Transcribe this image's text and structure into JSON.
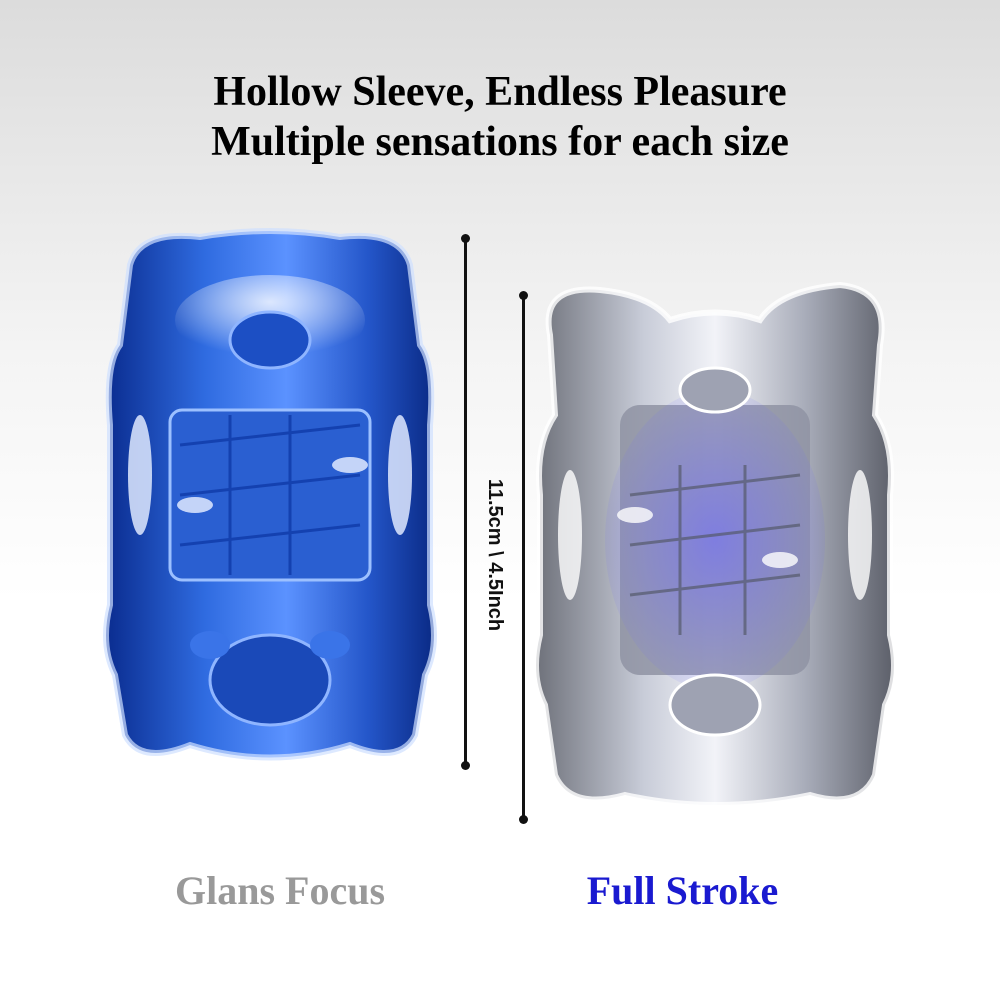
{
  "header": {
    "line1": "Hollow Sleeve, Endless Pleasure",
    "line2": "Multiple sensations for each size"
  },
  "dimension": {
    "label": "11.5cm \\ 4.5Inch"
  },
  "products": [
    {
      "label": "Glans Focus",
      "label_color": "#999999",
      "body_color": "#2a63d6",
      "icon": "blue-sleeve-image"
    },
    {
      "label": "Full Stroke",
      "label_color": "#1a1ad0",
      "body_color": "#b8bcc8",
      "icon": "clear-sleeve-image"
    }
  ]
}
